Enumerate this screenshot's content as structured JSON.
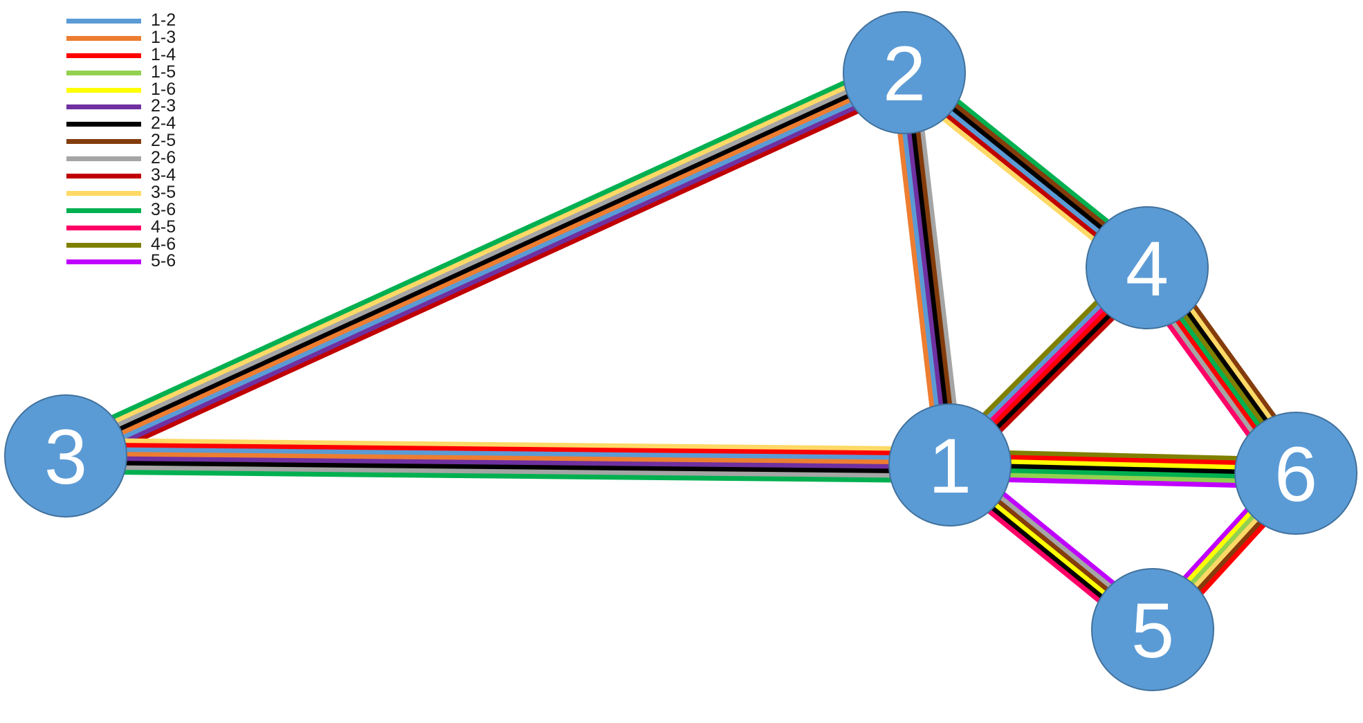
{
  "nodes": [
    {
      "id": "1",
      "label": "1"
    },
    {
      "id": "2",
      "label": "2"
    },
    {
      "id": "3",
      "label": "3"
    },
    {
      "id": "4",
      "label": "4"
    },
    {
      "id": "5",
      "label": "5"
    },
    {
      "id": "6",
      "label": "6"
    }
  ],
  "node_style": {
    "fill": "#5b9bd5",
    "stroke": "#41719c",
    "label_color": "#ffffff"
  },
  "legend": [
    {
      "label": "1-2",
      "color": "#5b9bd5"
    },
    {
      "label": "1-3",
      "color": "#ed7d31"
    },
    {
      "label": "1-4",
      "color": "#ff0000"
    },
    {
      "label": "1-5",
      "color": "#92d050"
    },
    {
      "label": "1-6",
      "color": "#ffff00"
    },
    {
      "label": "2-3",
      "color": "#7030a0"
    },
    {
      "label": "2-4",
      "color": "#000000"
    },
    {
      "label": "2-5",
      "color": "#843c0c"
    },
    {
      "label": "2-6",
      "color": "#a5a5a5"
    },
    {
      "label": "3-4",
      "color": "#c00000"
    },
    {
      "label": "3-5",
      "color": "#ffd966"
    },
    {
      "label": "3-6",
      "color": "#00b050"
    },
    {
      "label": "4-5",
      "color": "#ff0066"
    },
    {
      "label": "4-6",
      "color": "#808000"
    },
    {
      "label": "5-6",
      "color": "#c000ff"
    }
  ],
  "edges": [
    {
      "a": "2",
      "b": "3",
      "colors": [
        "#c00000",
        "#7030a0",
        "#5b9bd5",
        "#ed7d31",
        "#000000",
        "#a5a5a5",
        "#ffd966",
        "#00b050"
      ]
    },
    {
      "a": "3",
      "b": "1",
      "colors": [
        "#ffd966",
        "#ff0000",
        "#5b9bd5",
        "#ed7d31",
        "#7030a0",
        "#000000",
        "#a5a5a5",
        "#00b050"
      ]
    },
    {
      "a": "2",
      "b": "1",
      "colors": [
        "#a5a5a5",
        "#843c0c",
        "#000000",
        "#7030a0",
        "#5b9bd5",
        "#ed7d31"
      ]
    },
    {
      "a": "2",
      "b": "4",
      "colors": [
        "#00b050",
        "#843c0c",
        "#000000",
        "#5b9bd5",
        "#c00000",
        "#ffd966"
      ]
    },
    {
      "a": "4",
      "b": "1",
      "colors": [
        "#c00000",
        "#000000",
        "#ff0000",
        "#ff0066",
        "#5b9bd5",
        "#808000"
      ]
    },
    {
      "a": "4",
      "b": "6",
      "colors": [
        "#843c0c",
        "#ffd966",
        "#000000",
        "#808000",
        "#00b050",
        "#ff0000",
        "#a5a5a5",
        "#ff0066"
      ]
    },
    {
      "a": "1",
      "b": "6",
      "colors": [
        "#808000",
        "#ff0000",
        "#ffff00",
        "#000000",
        "#00b050",
        "#92d050",
        "#c000ff"
      ]
    },
    {
      "a": "1",
      "b": "5",
      "colors": [
        "#c000ff",
        "#a5a5a5",
        "#843c0c",
        "#ffff00",
        "#000000",
        "#ff0066"
      ]
    },
    {
      "a": "5",
      "b": "6",
      "colors": [
        "#c000ff",
        "#ffff00",
        "#92d050",
        "#ffd966",
        "#843c0c",
        "#ff0000"
      ]
    }
  ]
}
